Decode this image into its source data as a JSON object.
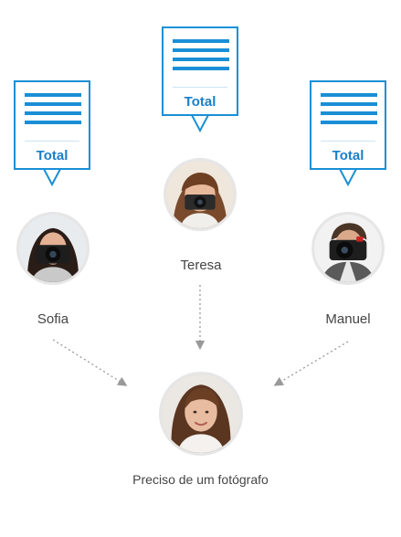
{
  "people": [
    {
      "name": "Sofia",
      "card_label": "Total"
    },
    {
      "name": "Teresa",
      "card_label": "Total"
    },
    {
      "name": "Manuel",
      "card_label": "Total"
    }
  ],
  "caption": "Preciso de um fotógrafo",
  "colors": {
    "accent": "#1a8fd6",
    "arrow": "#999999"
  },
  "icons": [
    "document-lines-icon",
    "camera-photographer-avatar",
    "dotted-arrow"
  ]
}
